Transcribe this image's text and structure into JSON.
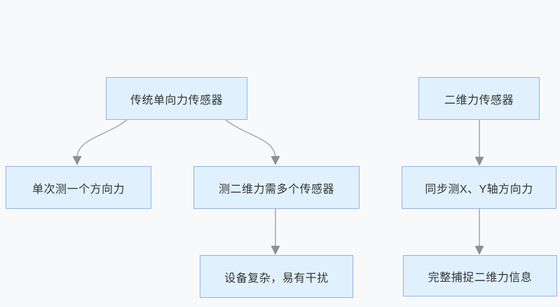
{
  "diagram": {
    "type": "flowchart",
    "direction": "top-down"
  },
  "colors": {
    "background": "#f8f9fb",
    "node_fill": "#e0f1fd",
    "node_border": "#8fb4ea",
    "node_text": "#333333",
    "arrow_line": "#a8a8a8",
    "arrow_head": "#909090"
  },
  "nodes": {
    "traditional": {
      "label": "传统单向力传感器"
    },
    "single_direction": {
      "label": "单次测一个方向力"
    },
    "multi_sensor": {
      "label": "测二维力需多个传感器"
    },
    "complex": {
      "label": "设备复杂，易有干扰"
    },
    "two_dim": {
      "label": "二维力传感器"
    },
    "sync_xy": {
      "label": "同步测X、Y轴方向力"
    },
    "capture": {
      "label": "完整捕捉二维力信息"
    }
  },
  "edges": [
    {
      "from": "traditional",
      "to": "single_direction",
      "style": "curved"
    },
    {
      "from": "traditional",
      "to": "multi_sensor",
      "style": "curved"
    },
    {
      "from": "multi_sensor",
      "to": "complex",
      "style": "straight"
    },
    {
      "from": "two_dim",
      "to": "sync_xy",
      "style": "straight"
    },
    {
      "from": "sync_xy",
      "to": "capture",
      "style": "straight"
    }
  ]
}
